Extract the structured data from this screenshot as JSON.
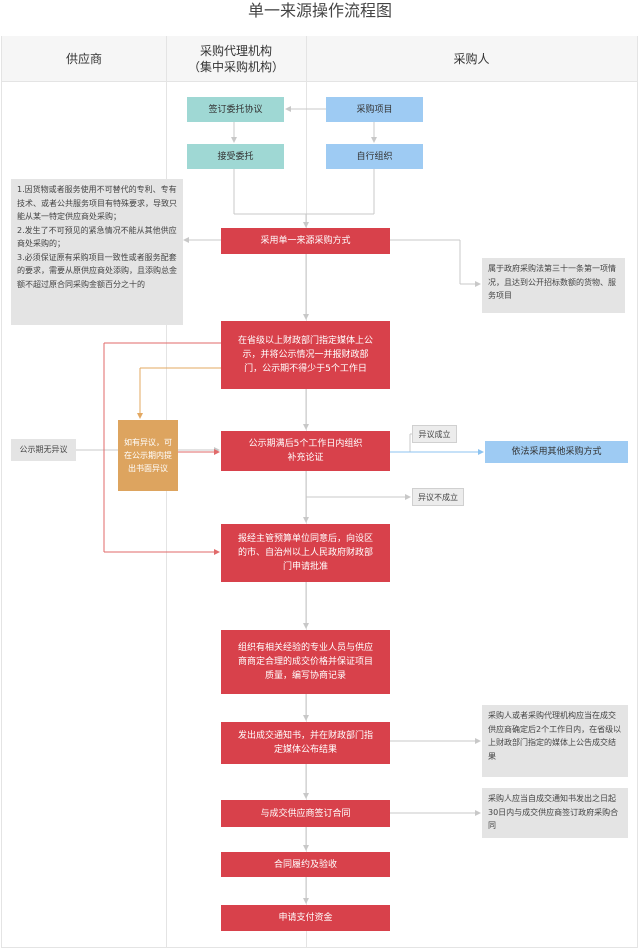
{
  "title": "单一来源操作流程图",
  "columns": {
    "supplier": "供应商",
    "agency_line1": "采购代理机构",
    "agency_line2": "（集中采购机构）",
    "purchaser": "采购人"
  },
  "nodes": {
    "sign_agreement": "签订委托协议",
    "purchase_project": "采购项目",
    "accept_entrust": "接受委托",
    "self_organize": "自行组织",
    "conditions_note": "1.因货物或者服务使用不可替代的专利、专有技术、或者公共服务项目有特殊要求，导致只能从某一特定供应商处采购；\n2.发生了不可预见的紧急情况不能从其他供应商处采购的；\n3.必须保证原有采购项目一致性或者服务配套的要求，需要从原供应商处添购，且添购总金额不超过原合同采购金额百分之十的",
    "use_single_source": "采用单一来源采购方式",
    "law_note": "属于政府采购法第三十一条第一项情况，且达到公开招标数额的货物、服务项目",
    "publicity": "在省级以上财政部门指定媒体上公示，并将公示情况一并报财政部门，公示期不得少于5个工作日",
    "no_objection": "公示期无异议",
    "objection_note": "如有异议，可在公示期内提出书面异议",
    "expert_review": "公示期满后5个工作日内组织补充论证",
    "objection_upheld": "异议成立",
    "other_method": "依法采用其他采购方式",
    "objection_rejected": "异议不成立",
    "approval": "报经主管预算单位同意后，向设区的市、自治州以上人民政府财政部门申请批准",
    "negotiation": "组织有相关经验的专业人员与供应商商定合理的成交价格并保证项目质量，编写协商记录",
    "issue_notice": "发出成交通知书，并在财政部门指定媒体公布结果",
    "notice_note": "采购人或者采购代理机构应当在成交供应商确定后2个工作日内，在省级以上财政部门指定的媒体上公告成交结果",
    "sign_contract": "与成交供应商签订合同",
    "contract_note": "采购人应当自成交通知书发出之日起30日内与成交供应商签订政府采购合同",
    "acceptance": "合同履约及验收",
    "payment": "申请支付资金"
  },
  "colors": {
    "red": "#d8414b",
    "teal": "#9fd8d4",
    "blue": "#9ecbf3",
    "orange": "#dda45f",
    "grey": "#e4e4e4",
    "connector": "#c8c8c8",
    "orange_line": "#e3a862",
    "red_line": "#e06a6a",
    "blue_line": "#8cc3f0"
  }
}
